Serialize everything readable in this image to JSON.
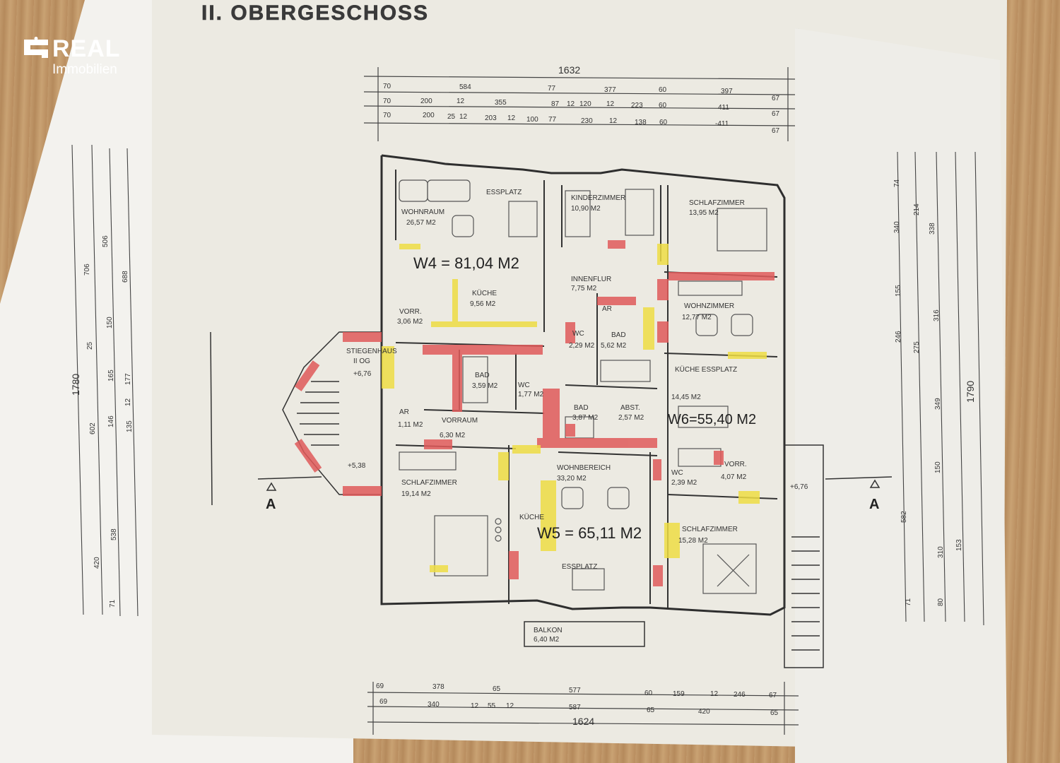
{
  "brand": {
    "logo_word": "REAL",
    "logo_sub": "Immobilien"
  },
  "plan": {
    "title": "II. OBERGESCHOSS",
    "section_marker": "A",
    "dims": {
      "top_total": "1632",
      "top_row1": [
        "70",
        "584",
        "77",
        "377",
        "60",
        "397",
        "67"
      ],
      "top_row2": [
        "70",
        "200",
        "12",
        "355",
        "87",
        "12",
        "120",
        "12",
        "223",
        "60",
        "411",
        "67"
      ],
      "top_row3": [
        "70",
        "200",
        "25",
        "12",
        "203",
        "12",
        "100",
        "77",
        "230",
        "12",
        "138",
        "60",
        "-411",
        "67"
      ],
      "bottom_row1": [
        "69",
        "378",
        "65",
        "577",
        "60",
        "159",
        "12",
        "246",
        "67"
      ],
      "bottom_row2": [
        "69",
        "340",
        "12",
        "55",
        "12",
        "587",
        "65",
        "420",
        "65"
      ],
      "bottom_total": "1624",
      "left_total": "1780",
      "left_vals": [
        "706",
        "506",
        "688",
        "150",
        "25",
        "165",
        "177",
        "12",
        "602",
        "146",
        "135",
        "538",
        "420",
        "71"
      ],
      "right_total": "1790",
      "right_vals": [
        "74",
        "340",
        "214",
        "338",
        "155",
        "246",
        "275",
        "316",
        "349",
        "582",
        "150",
        "153",
        "310",
        "80",
        "71"
      ]
    },
    "units": {
      "w4": "W4 = 81,04 M2",
      "w5": "W5 = 65,11 M2",
      "w6": "W6=55,40 M2"
    },
    "rooms": [
      {
        "name": "WOHNRAUM",
        "area": "26,57 M2"
      },
      {
        "name": "ESSPLATZ",
        "area": ""
      },
      {
        "name": "KINDERZIMMER",
        "area": "10,90 M2"
      },
      {
        "name": "SCHLAFZIMMER",
        "area": "13,95 M2"
      },
      {
        "name": "INNENFLUR",
        "area": "7,75 M2"
      },
      {
        "name": "KÜCHE",
        "area": "9,56 M2"
      },
      {
        "name": "VORR.",
        "area": "3,06 M2"
      },
      {
        "name": "WOHNZIMMER",
        "area": "12,77 M2"
      },
      {
        "name": "AR",
        "area": ""
      },
      {
        "name": "WC",
        "area": "2,29 M2"
      },
      {
        "name": "BAD",
        "area": "5,62 M2"
      },
      {
        "name": "STIEGENHAUS",
        "area": "II OG"
      },
      {
        "name": "BAD",
        "area": "3,59 M2"
      },
      {
        "name": "WC",
        "area": "1,77 M2"
      },
      {
        "name": "KÜCHE ESSPLATZ",
        "area": "14,45 M2"
      },
      {
        "name": "AR",
        "area": "1,11 M2"
      },
      {
        "name": "VORRAUM",
        "area": "6,30 M2"
      },
      {
        "name": "BAD",
        "area": "3,87 M2"
      },
      {
        "name": "ABST.",
        "area": "2,57 M2"
      },
      {
        "name": "SCHLAFZIMMER",
        "area": "19,14 M2"
      },
      {
        "name": "WOHNBEREICH",
        "area": "33,20 M2"
      },
      {
        "name": "WC",
        "area": "2,39 M2"
      },
      {
        "name": "VORR.",
        "area": "4,07 M2"
      },
      {
        "name": "KÜCHE",
        "area": ""
      },
      {
        "name": "SCHLAFZIMMER",
        "area": "15,28 M2"
      },
      {
        "name": "ESSPLATZ",
        "area": ""
      },
      {
        "name": "BALKON",
        "area": "6,40 M2"
      }
    ],
    "levels": [
      "+6,76",
      "+5,38",
      "+6,76"
    ]
  },
  "colors": {
    "marker_red": "#e05a5a",
    "marker_yellow": "#eedd44",
    "paper": "#eceae2",
    "ink": "#333333"
  }
}
